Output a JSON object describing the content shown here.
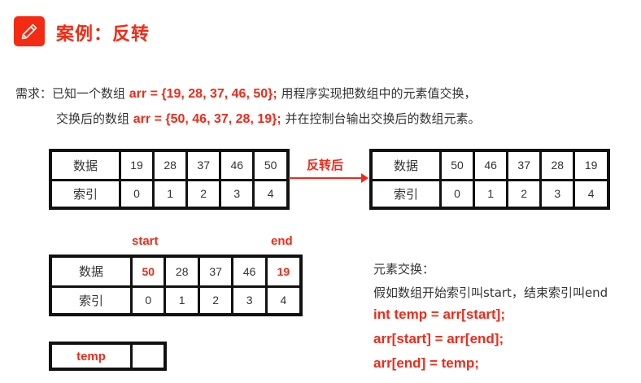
{
  "header": {
    "icon": "pencil-icon",
    "title": "案例：反转",
    "accent_color": "#f52a12"
  },
  "requirement": {
    "line1_prefix": "需求：已知一个数组 ",
    "line1_code": "arr = {19, 28, 37, 46, 50};",
    "line1_suffix": " 用程序实现把数组中的元素值交换，",
    "line2_prefix": "交换后的数组 ",
    "line2_code": "arr = {50, 46, 37, 28, 19};",
    "line2_suffix": " 并在控制台输出交换后的数组元素。"
  },
  "before_table": {
    "data_label": "数据",
    "index_label": "索引",
    "data": [
      "19",
      "28",
      "37",
      "46",
      "50"
    ],
    "index": [
      "0",
      "1",
      "2",
      "3",
      "4"
    ]
  },
  "arrow": {
    "label": "反转后"
  },
  "after_table": {
    "data_label": "数据",
    "index_label": "索引",
    "data": [
      "50",
      "46",
      "37",
      "28",
      "19"
    ],
    "index": [
      "0",
      "1",
      "2",
      "3",
      "4"
    ]
  },
  "swap_table": {
    "start_label": "start",
    "end_label": "end",
    "data_label": "数据",
    "index_label": "索引",
    "data": [
      "50",
      "28",
      "37",
      "46",
      "19"
    ],
    "index": [
      "0",
      "1",
      "2",
      "3",
      "4"
    ]
  },
  "temp_table": {
    "label": "temp",
    "value": ""
  },
  "notes": {
    "heading": "元素交换：",
    "description": "假如数组开始索引叫start，结束索引叫end",
    "code": [
      "int temp = arr[start];",
      "arr[start] = arr[end];",
      "arr[end] = temp;"
    ]
  }
}
